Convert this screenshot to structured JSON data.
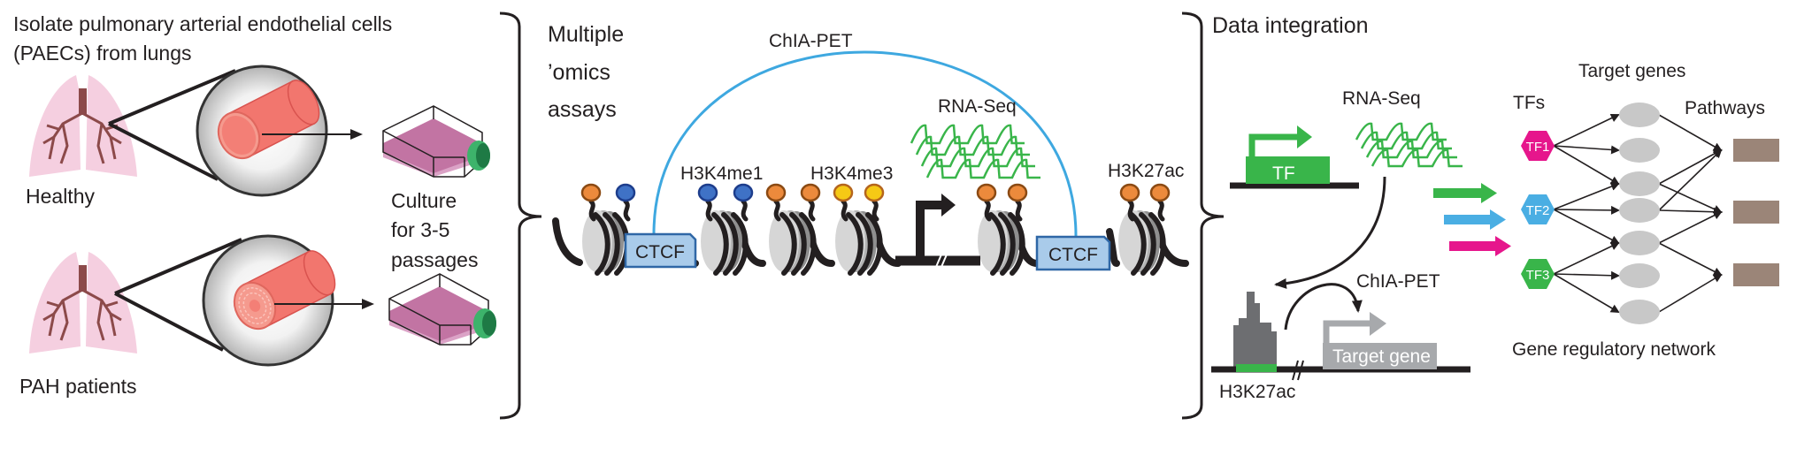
{
  "left": {
    "title_line1": "Isolate pulmonary arterial endothelial cells",
    "title_line2": "(PAECs) from lungs",
    "healthy_label": "Healthy",
    "pah_label": "PAH patients",
    "culture_lines": [
      "Culture",
      "for 3-5",
      "passages"
    ]
  },
  "middle": {
    "title_lines": [
      "Multiple",
      "’omics",
      "assays"
    ],
    "chiapet": "ChIA-PET",
    "h3k4me1": "H3K4me1",
    "h3k4me3": "H3K4me3",
    "rnaseq": "RNA-Seq",
    "h3k27ac": "H3K27ac",
    "ctcf": [
      "CTCF",
      "CTCF"
    ]
  },
  "right": {
    "title": "Data integration",
    "tf_box": "TF",
    "rnaseq": "RNA-Seq",
    "chiapet": "ChIA-PET",
    "target_gene": "Target gene",
    "h3k27ac": "H3K27ac",
    "tfs_label": "TFs",
    "target_genes_label": "Target genes",
    "pathways_label": "Pathways",
    "network_label": "Gene regulatory network",
    "tf_nodes": [
      "TF1",
      "TF2",
      "TF3"
    ]
  },
  "colors": {
    "chiapet_arc": "#3ea8e0",
    "rnaseq_green": "#39b54a",
    "tf_pink": "#e6168c",
    "tf_blue": "#4aaee3",
    "tf_green": "#39b54a",
    "ctcf_fill": "#a9cbea",
    "ctcf_stroke": "#2f67a6",
    "mark_orange": "#ec8a3c",
    "mark_blue": "#3f72c6",
    "mark_yellow": "#f6c915",
    "gene_node": "#c8c8c8",
    "pathway": "#9b8578",
    "lung": "#f5cfe0",
    "vessel": "#f2766e",
    "flask_medium": "#c274a3",
    "flask_cap": "#3db36b"
  }
}
